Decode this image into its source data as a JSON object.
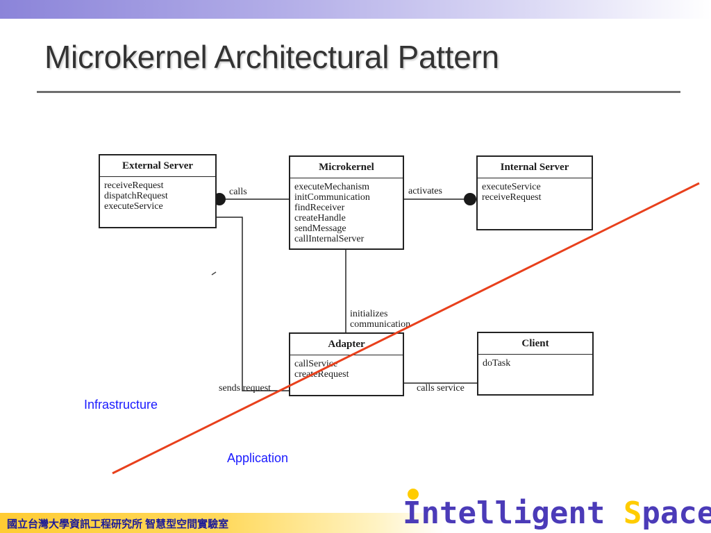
{
  "slide": {
    "title": "Microkernel Architectural Pattern",
    "footer_text": "國立台灣大學資訊工程研究所 智慧型空間實驗室",
    "logo": {
      "part1": "Intelligent ",
      "part2": "S",
      "part3": "pace"
    }
  },
  "diagram": {
    "classes": {
      "external_server": {
        "name": "External Server",
        "ops": [
          "receiveRequest",
          "dispatchRequest",
          "executeService"
        ]
      },
      "microkernel": {
        "name": "Microkernel",
        "ops": [
          "executeMechanism",
          "initCommunication",
          "findReceiver",
          "createHandle",
          "sendMessage",
          "callInternalServer"
        ]
      },
      "internal_server": {
        "name": "Internal Server",
        "ops": [
          "executeService",
          "receiveRequest"
        ]
      },
      "adapter": {
        "name": "Adapter",
        "ops": [
          "callService",
          "createRequest"
        ]
      },
      "client": {
        "name": "Client",
        "ops": [
          "doTask"
        ]
      }
    },
    "connections": {
      "calls": "calls",
      "activates": "activates",
      "initializes_1": "initializes",
      "initializes_2": "communication",
      "sends_request": "sends request",
      "calls_service": "calls service"
    },
    "regions": {
      "infrastructure": "Infrastructure",
      "application": "Application"
    },
    "colors": {
      "divider_line": "#e8401c",
      "region_label": "#1a1aff"
    }
  }
}
